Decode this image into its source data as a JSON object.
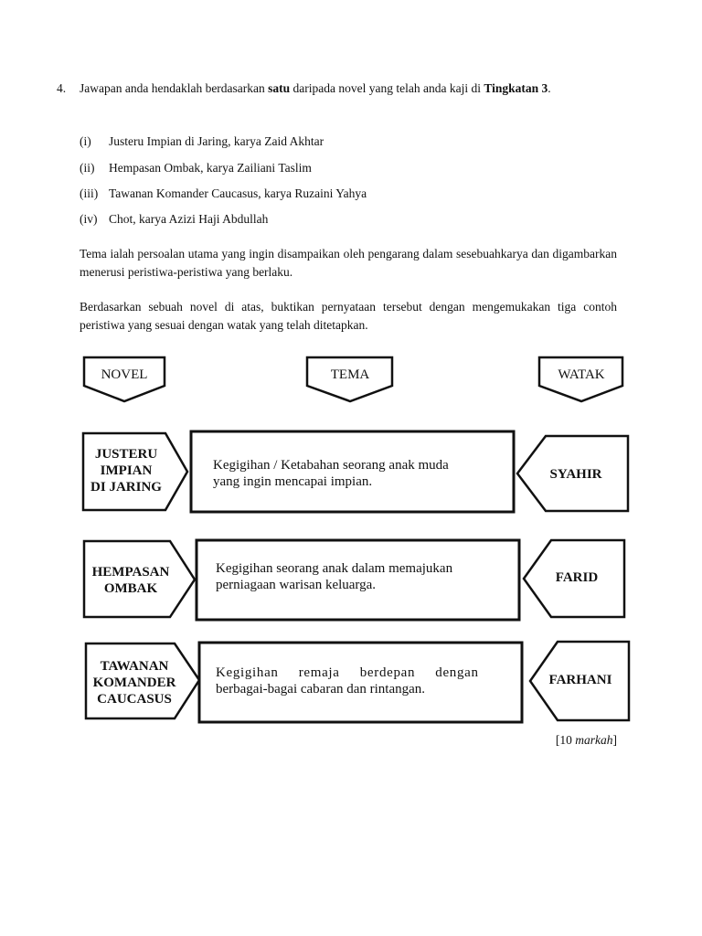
{
  "question": {
    "number": "4.",
    "text_before_satu": "Jawapan anda hendaklah berdasarkan ",
    "satu": "satu",
    "text_after_satu": " daripada novel yang telah anda kaji di ",
    "tingkatan": "Tingkatan 3",
    "end": "."
  },
  "novels": [
    {
      "roman": "(i)",
      "text": "Justeru Impian di Jaring, karya Zaid Akhtar"
    },
    {
      "roman": "(ii)",
      "text": "Hempasan Ombak, karya Zailiani Taslim"
    },
    {
      "roman": "(iii)",
      "text": "Tawanan Komander Caucasus, karya Ruzaini Yahya"
    },
    {
      "roman": "(iv)",
      "text": "Chot, karya Azizi Haji Abdullah"
    }
  ],
  "paragraph1": "Tema ialah persoalan utama yang ingin disampaikan oleh pengarang dalam sesebuahkarya dan digambarkan menerusi peristiwa-peristiwa yang berlaku.",
  "paragraph2": "Berdasarkan sebuah novel di atas, buktikan pernyataan tersebut dengan mengemukakan tiga contoh peristiwa yang sesuai dengan watak yang telah ditetapkan.",
  "diagram": {
    "headers": {
      "novel": "NOVEL",
      "tema": "TEMA",
      "watak": "WATAK"
    },
    "rows": [
      {
        "novel_lines": [
          "JUSTERU",
          "IMPIAN",
          "DI JARING"
        ],
        "tema_lines": [
          "Kegigihan / Ketabahan seorang anak muda",
          "yang ingin mencapai impian."
        ],
        "watak": "SYAHIR"
      },
      {
        "novel_lines": [
          "HEMPASAN",
          "OMBAK"
        ],
        "tema_lines": [
          "Kegigihan seorang anak dalam memajukan",
          "perniagaan warisan keluarga."
        ],
        "watak": "FARID"
      },
      {
        "novel_lines": [
          "TAWANAN",
          "KOMANDER",
          "CAUCASUS"
        ],
        "tema_lines": [
          "Kegigihan     remaja     berdepan     dengan",
          "berbagai-bagai cabaran dan rintangan."
        ],
        "watak": "FARHANI"
      }
    ]
  },
  "marks": {
    "open": "[10 ",
    "word": "markah",
    "close": "]"
  }
}
